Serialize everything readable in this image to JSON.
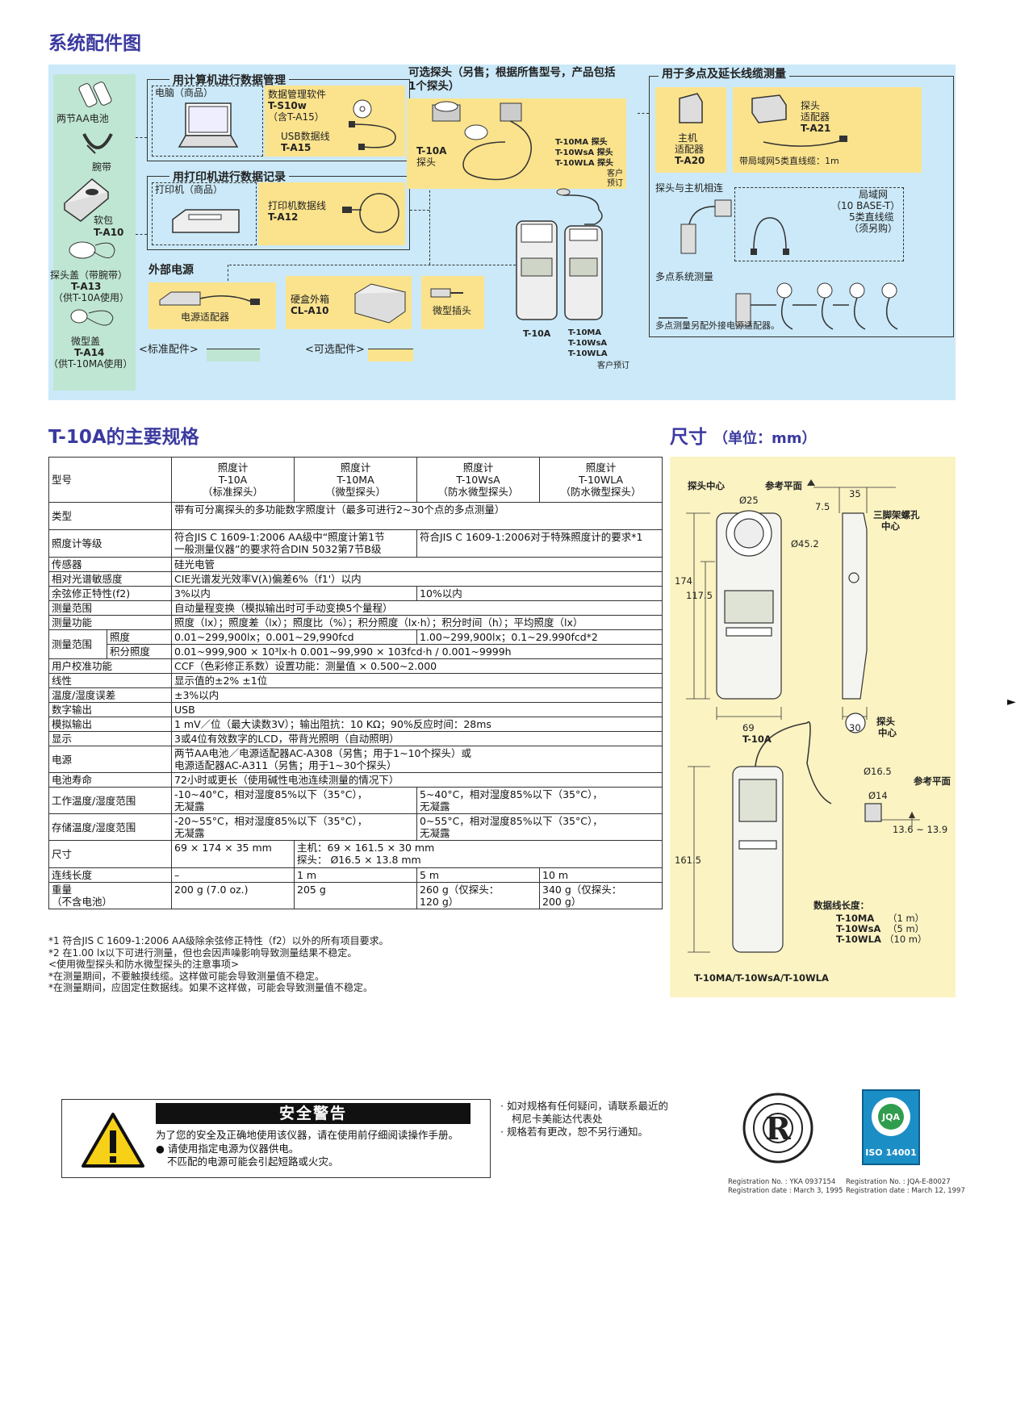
{
  "system": {
    "title": "系统配件图",
    "standard": {
      "battery": "两节AA电池",
      "strap": "腕带",
      "case_label": "软包",
      "case_model": "T-A10",
      "cap_label": "探头盖（带腕带）",
      "cap_model": "T-A13",
      "cap_note": "（供T-10A使用）",
      "mini_cap_label": "微型盖",
      "mini_cap_model": "T-A14",
      "mini_cap_note": "（供T-10MA使用）"
    },
    "pc_group": {
      "title": "用计算机进行数据管理",
      "pc": "电脑（商品）",
      "software_label": "数据管理软件",
      "software_model": "T-S10w",
      "software_note": "（含T-A15）",
      "usb_label": "USB数据线",
      "usb_model": "T-A15"
    },
    "printer_group": {
      "title": "用打印机进行数据记录",
      "printer": "打印机（商品）",
      "cable_label": "打印机数据线",
      "cable_model": "T-A12"
    },
    "probe_group": {
      "title_line1": "可选探头（另售；根据所售型号，产品包括",
      "title_line2": "1个探头）",
      "probe_t10a_1": "T-10A",
      "probe_t10a_2": "探头",
      "probe_list": [
        "T-10MA 探头",
        "T-10WsA 探头",
        "T-10WLA 探头"
      ],
      "custom_1": "客户",
      "custom_2": "预订"
    },
    "multi_group": {
      "title": "用于多点及延长线缆测量",
      "body_adapter_1": "主机",
      "body_adapter_2": "适配器",
      "body_adapter_model": "T-A20",
      "probe_adapter_1": "探头",
      "probe_adapter_2": "适配器",
      "probe_adapter_model": "T-A21",
      "lan_cable": "带局域网5类直线缆：1m",
      "probe_body": "探头与主机相连",
      "lan_1": "局域网",
      "lan_2": "（10 BASE-T）",
      "lan_3": "5类直线缆",
      "lan_4": "（须另购）",
      "multipoint": "多点系统测量",
      "multipoint_note": "多点测量另配外接电源适配器。"
    },
    "power_group": {
      "title": "外部电源",
      "adapter": "电源适配器",
      "hard_case_label": "硬盒外箱",
      "hard_case_model": "CL-A10",
      "mini_plug": "微型插头"
    },
    "meters": {
      "t10a": "T-10A",
      "t10ma": "T-10MA",
      "t10wsa": "T-10WsA",
      "t10wla": "T-10WLA",
      "custom": "客户预订"
    },
    "legend": {
      "standard": "<标准配件>",
      "optional": "<可选配件>",
      "standard_color": "#bfe6d2",
      "optional_color": "#fbe38d"
    }
  },
  "specs": {
    "title": "T-10A的主要规格",
    "header": {
      "model": "型号",
      "cols": [
        [
          "照度计",
          "T-10A",
          "（标准探头）"
        ],
        [
          "照度计",
          "T-10MA",
          "（微型探头）"
        ],
        [
          "照度计",
          "T-10WsA",
          "（防水微型探头）"
        ],
        [
          "照度计",
          "T-10WLA",
          "（防水微型探头）"
        ]
      ]
    },
    "type_label": "类型",
    "type_value": "带有可分离探头的多功能数字照度计（最多可进行2~30个点的多点测量）",
    "class_label": "照度计等级",
    "class_value_a_1": "符合JIS C 1609-1:2006 AA级中“照度计第1节",
    "class_value_a_2": "一般测量仪器”的要求符合DIN 5032第7节B级",
    "class_value_b": "符合JIS C 1609-1:2006对于特殊照度计的要求*1",
    "sensor_label": "传感器",
    "sensor_value": "硅光电管",
    "spectral_label": "相对光谱敏感度",
    "spectral_value": "CIE光谱发光效率V(λ)偏差6%（f1'）以内",
    "cosine_label": "余弦修正特性(f2)",
    "cosine_value_a": "3%以内",
    "cosine_value_b": "10%以内",
    "range_label": "测量范围",
    "range_value": "自动量程变换（模拟输出时可手动变换5个量程）",
    "function_label": "测量功能",
    "function_value": "照度（lx）；照度差（lx）；照度比（%）；积分照度（lx·h）；积分时间（h）；平均照度（lx）",
    "range2_label": "测量范围",
    "illum_label": "照度",
    "illum_value_a": "0.01~299,900lx；0.001~29,990fcd",
    "illum_value_b": "1.00~299,900lx；0.1~29.990fcd*2",
    "integ_label": "积分照度",
    "integ_value": "0.01~999,900 × 10³lx·h  0.001~99,990 × 103fcd·h / 0.001~9999h",
    "calib_label": "用户校准功能",
    "calib_value": "CCF（色彩修正系数）设置功能：测量值 × 0.500~2.000",
    "linear_label": "线性",
    "linear_value": "显示值的±2% ±1位",
    "temp_err_label": "温度/湿度误差",
    "temp_err_value": "±3%以内",
    "digital_label": "数字输出",
    "digital_value": "USB",
    "analog_label": "模拟输出",
    "analog_value": "1 mV／位（最大读数3V）；输出阻抗：10 KΩ；90%反应时间：28ms",
    "display_label": "显示",
    "display_value": "3或4位有效数字的LCD，带背光照明（自动照明）",
    "power_label": "电源",
    "power_value_1": "两节AA电池／电源适配器AC-A308（另售；用于1~10个探头）或",
    "power_value_2": "电源适配器AC-A311（另售；用于1~30个探头）",
    "battery_label": "电池寿命",
    "battery_value": "72小时或更长（使用碱性电池连续测量的情况下）",
    "op_label": "工作温度/湿度范围",
    "op_value_a_1": "-10~40°C，相对湿度85%以下（35°C），",
    "op_value_a_2": "无凝露",
    "op_value_b_1": "5~40°C，相对湿度85%以下（35°C），",
    "op_value_b_2": "无凝露",
    "st_label": "存储温度/湿度范围",
    "st_value_a_1": "-20~55°C，相对湿度85%以下（35°C），",
    "st_value_a_2": "无凝露",
    "st_value_b_1": "0~55°C，相对湿度85%以下（35°C），",
    "st_value_b_2": "无凝露",
    "size_label": "尺寸",
    "size_value_a": "69 × 174 × 35 mm",
    "size_value_b_1": "主机：69 × 161.5 × 30 mm",
    "size_value_b_2": "探头：  Ø16.5 × 13.8 mm",
    "cable_label": "连线长度",
    "cable_values": [
      "–",
      "1 m",
      "5 m",
      "10 m"
    ],
    "weight_label_1": "重量",
    "weight_label_2": "（不含电池）",
    "weight_values": [
      "200 g (7.0 oz.)",
      "205 g",
      "260 g（仅探头：",
      "340 g（仅探头："
    ],
    "weight_values_2": [
      "",
      "",
      "120 g）",
      "200 g）"
    ],
    "notes": [
      "*1 符合JIS C 1609-1:2006 AA级除余弦修正特性（f2）以外的所有项目要求。",
      "*2 在1.00 lx以下可进行测量，但也会因声噪影响导致测量结果不稳定。",
      "<使用微型探头和防水微型探头的注意事项>",
      "*在测量期间，不要触摸线缆。这样做可能会导致测量值不稳定。",
      "*在测量期间，应固定住数据线。如果不这样做，可能会导致测量值不稳定。"
    ]
  },
  "dims": {
    "title": "尺寸",
    "unit": "（单位：mm）",
    "probe_center": "探头中心",
    "ref_plane": "参考平面",
    "d25": "Ø25",
    "d45": "Ø45.2",
    "w35": "35",
    "w75": "7.5",
    "tripod_1": "三脚架螺孔",
    "tripod_2": "中心",
    "h174": "174",
    "h1175": "117.5",
    "w69": "69",
    "w30": "30",
    "model_a": "T-10A",
    "probe_center2_1": "探头",
    "probe_center2_2": "中心",
    "d165": "Ø16.5",
    "d14": "Ø14",
    "ref_plane2": "参考平面",
    "h138": "13.6 ~ 13.9",
    "h1615": "161.5",
    "cable_len": "数据线长度：",
    "cable_ma": "T-10MA",
    "cable_ma_v": "（1 m）",
    "cable_ws": "T-10WsA",
    "cable_ws_v": "（5 m）",
    "cable_wl": "T-10WLA",
    "cable_wl_v": "（10 m）",
    "model_b": "T-10MA/T-10WsA/T-10WLA"
  },
  "warning": {
    "title": "安全警告",
    "line1": "为了您的安全及正确地使用该仪器，请在使用前仔细阅读操作手册。",
    "line2": "● 请使用指定电源为仪器供电。",
    "line3": "不匹配的电源可能会引起短路或火灾。"
  },
  "contact": {
    "line1": "· 如对规格有任何疑问，请联系最近的",
    "line2": "柯尼卡美能达代表处",
    "line3": "· 规格若有更改，恕不另行通知。"
  },
  "certs": {
    "iso_text": "ISO 14001",
    "jqa": "JQA",
    "lr_reg_1": "Registration No. : YKA 0937154",
    "lr_reg_2": "Registration date : March 3, 1995",
    "jqa_reg_1": "Registration No. : JQA-E-80027",
    "jqa_reg_2": "Registration date : March 12, 1997"
  }
}
